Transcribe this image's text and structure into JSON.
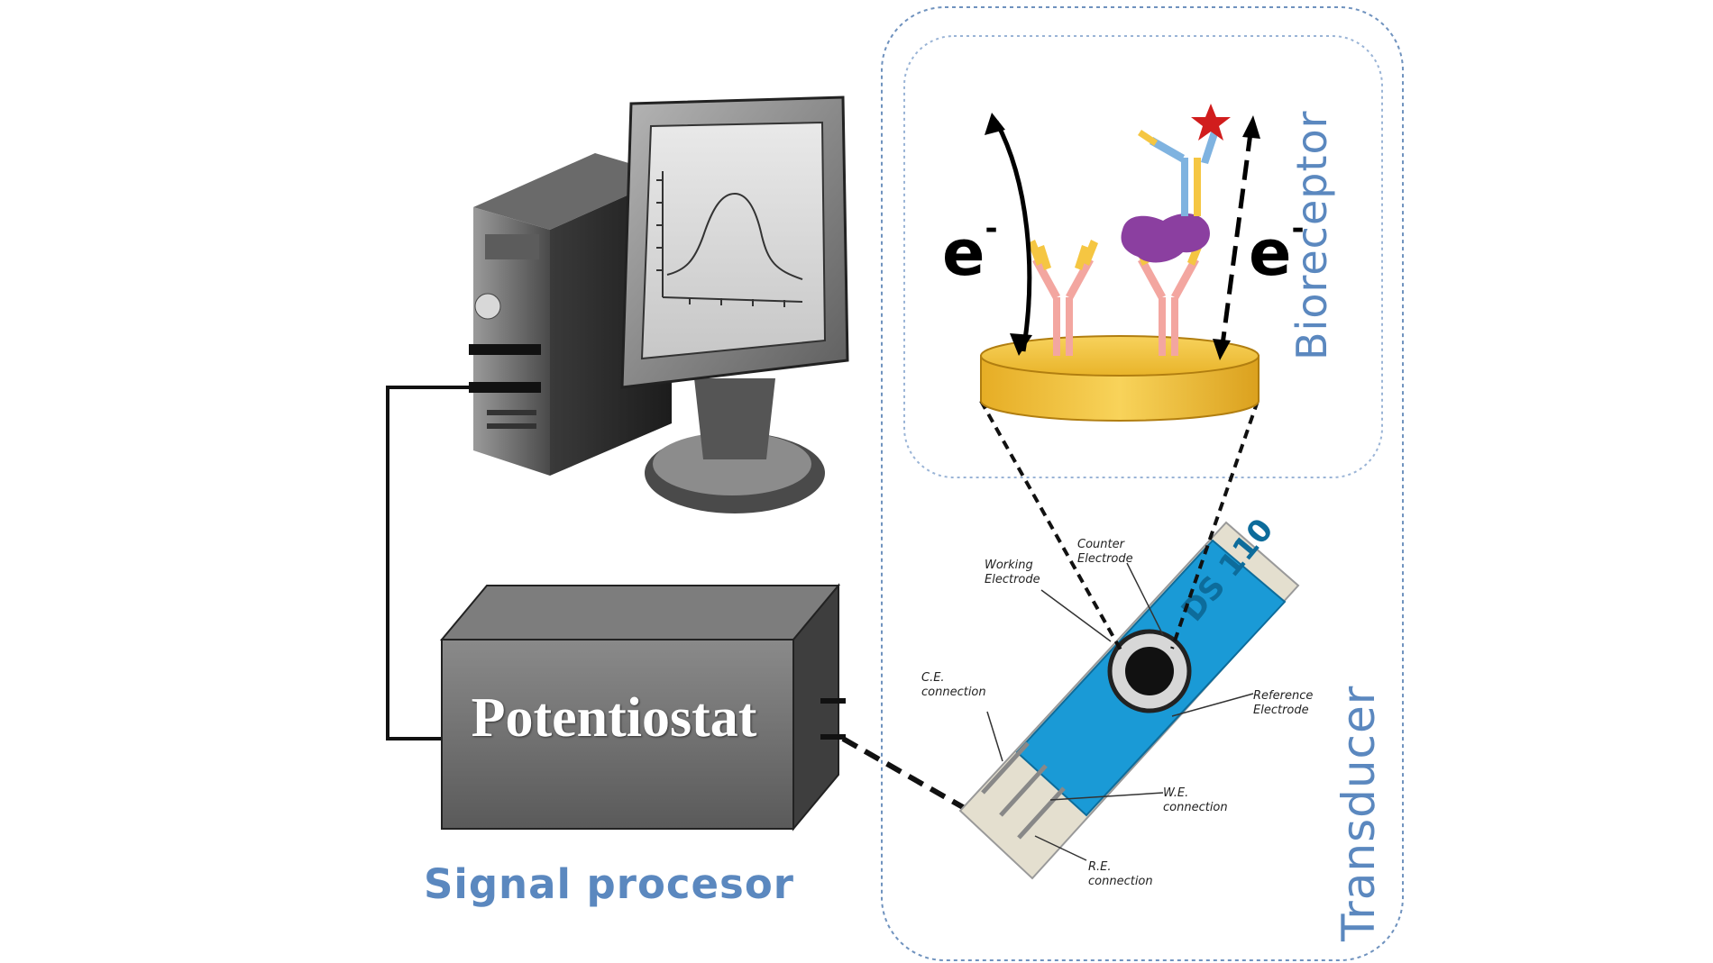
{
  "labels": {
    "signal_processor": "Signal procesor",
    "bioreceptor": "Bioreceptor",
    "transducer": "Transducer",
    "potentiostat": "Potentiostat",
    "electron": "e",
    "electron_charge": "-"
  },
  "electrode_labels": {
    "working": "Working Electrode",
    "counter": "Counter Electrode",
    "reference": "Reference Electrode",
    "ce_connection": "C.E. connection",
    "we_connection": "W.E. connection",
    "re_connection": "R.E. connection",
    "brand": "DS 110"
  },
  "colors": {
    "label_blue": "#5b88bf",
    "electrode_blue": "#1a9ad6",
    "gold_disk": "#f2c33c",
    "box_gray": "#6b6b6b",
    "antibody_pink": "#f3a6a0",
    "antibody_yellow": "#f5c642",
    "antigen_purple": "#8b3fa0",
    "star_red": "#d11d1d"
  },
  "icons": [
    "computer-tower-icon",
    "monitor-icon",
    "potentiostat-box-icon",
    "electrode-strip-icon",
    "gold-electrode-disk-icon",
    "antibody-icon",
    "antigen-icon",
    "star-label-icon"
  ]
}
